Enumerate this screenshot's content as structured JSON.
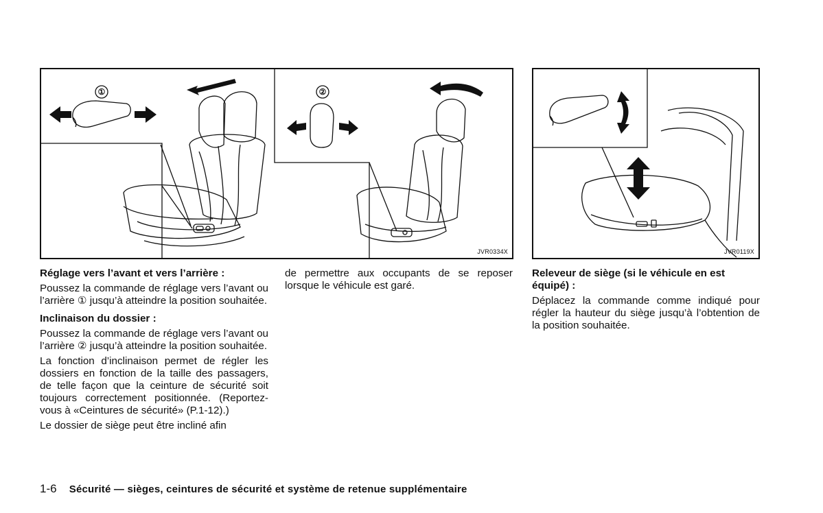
{
  "figures": [
    {
      "code": "JVR0334X",
      "callouts": [
        "①",
        "②"
      ]
    },
    {
      "code": "JVR0119X"
    }
  ],
  "column1": {
    "heading1": "Réglage vers l’avant et vers l’arrière :",
    "para1": "Poussez la commande de réglage vers l’avant ou l’arrière ① jusqu’à atteindre la position souhaitée.",
    "heading2": "Inclinaison du dossier :",
    "para2": "Poussez la commande de réglage vers l’avant ou l’arrière ② jusqu’à atteindre la position souhaitée.",
    "para3": "La fonction d’inclinaison permet de régler les dossiers en fonction de la taille des passagers, de telle façon que la ceinture de sécurité soit toujours correctement positionnée. (Reportez-vous à «Ceintures de sécurité» (P.1-12).)",
    "para4": "Le dossier de siège peut être incliné afin"
  },
  "column2": {
    "para1": "de permettre aux occupants de se reposer lorsque le véhicule est garé."
  },
  "column3": {
    "heading": "Releveur de siège (si le véhicule en est équipé) :",
    "para": "Déplacez la commande comme indiqué pour régler la hauteur du siège jusqu’à l’obtention de la position souhaitée."
  },
  "footer": {
    "page": "1-6",
    "title": "Sécurité — sièges, ceintures de sécurité et système de retenue supplémentaire"
  }
}
